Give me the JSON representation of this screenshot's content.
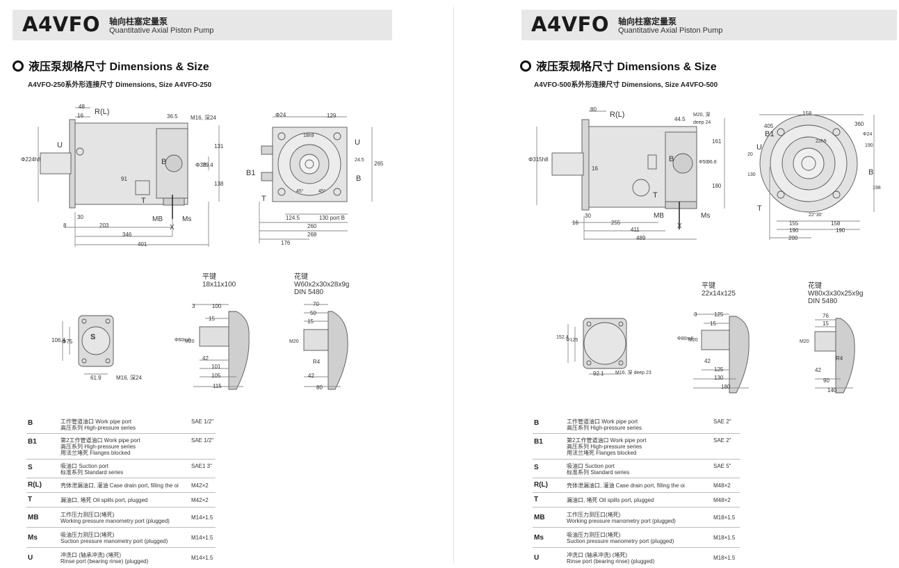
{
  "pages": [
    {
      "logo": "A4VFO",
      "header_zh": "轴向柱塞定量泵",
      "header_en": "Quantitative Axial Piston Pump",
      "section_title": "液压泵规格尺寸 Dimensions & Size",
      "subtitle": "A4VFO-250系外形连接尺寸  Dimensions, Size A4VFO-250",
      "drawing_labels": {
        "rl": "R(L)",
        "u": "U",
        "b": "B",
        "b1": "B1",
        "t": "T",
        "mb": "MB",
        "ms": "Ms",
        "x": "X",
        "s": "S",
        "d_48": "48",
        "d_16": "16",
        "d_36_5": "36.5",
        "m16": "M16, 深24",
        "d_131": "131",
        "d_79_4": "79.4",
        "d_38": "Φ38",
        "d_138": "138",
        "d_91": "91",
        "d_224": "Φ224h8",
        "d_30": "30",
        "d_8": "8",
        "d_203": "203",
        "d_346": "346",
        "d_401": "401",
        "phi24": "Φ24",
        "d_129": "129",
        "d_18h9": "18h9",
        "d_265": "265",
        "d_24_5": "24.5",
        "d_45a": "45°",
        "d_45b": "45°",
        "d_124_5": "124.5",
        "port_b": "130 port B",
        "d_260": "260",
        "d_268": "268",
        "d_176": "176",
        "key_zh": "平键",
        "key_spec": "18x11x100",
        "spline_zh": "花键",
        "spline_spec": "W60x2x30x28x9g",
        "spline_din": "DIN 5480",
        "s_106": "106.4",
        "s_75": "Φ75",
        "s_61": "61.9",
        "s_m16": "M16, 深24",
        "k_3": "3",
        "k_100": "100",
        "k_15": "15",
        "k_60": "Φ60m6",
        "k_m20": "M20",
        "k_42": "42",
        "k_101": "101",
        "k_105": "105",
        "k_115": "115",
        "p_70": "70",
        "p_50": "50",
        "p_15": "15",
        "p_m20": "M20",
        "p_r4": "R4",
        "p_42": "42",
        "p_80": "80"
      },
      "ports": [
        {
          "code": "B",
          "desc": [
            "工作管道油口 Work pipe port",
            "高压系列 High-pressure series"
          ],
          "value": "SAE 1/2\""
        },
        {
          "code": "B1",
          "desc": [
            "第2工作管道油口 Work pipe port",
            "高压系列 High-pressure series",
            "用法兰堵死 Flanges blocked"
          ],
          "value": "SAE 1/2\""
        },
        {
          "code": "S",
          "desc": [
            "吸油口 Suction port",
            "标准系列 Standard series"
          ],
          "value": "SAE1 3\""
        },
        {
          "code": "R(L)",
          "desc": [
            "壳体泄漏油口, 灌油 Case drain port, filling the oi"
          ],
          "value": "M42×2"
        },
        {
          "code": "T",
          "desc": [
            "漏油口, 堵死 Oil spills port, plugged"
          ],
          "value": "M42×2"
        },
        {
          "code": "MB",
          "desc": [
            "工作压力测压口(堵死)",
            "Working pressure manometry port (plugged)"
          ],
          "value": "M14×1.5"
        },
        {
          "code": "Ms",
          "desc": [
            "吸油压力测压口(堵死)",
            "Suction pressure manometry port (plugged)"
          ],
          "value": "M14×1.5"
        },
        {
          "code": "U",
          "desc": [
            "冲洗口 (轴承冲洗) (堵死)",
            "Rinse port (bearing rinse) (plugged)"
          ],
          "value": "M14×1.5"
        }
      ]
    },
    {
      "logo": "A4VFO",
      "header_zh": "轴向柱塞定量泵",
      "header_en": "Quantitative Axial Piston Pump",
      "section_title": "液压泵规格尺寸 Dimensions & Size",
      "subtitle": "A4VFO-500系外形连接尺寸  Dimensions, Size A4VFO-500",
      "drawing_labels": {
        "rl": "R(L)",
        "u": "U",
        "b": "B",
        "b1": "B1",
        "t": "T",
        "mb": "MB",
        "ms": "Ms",
        "x": "X",
        "s": "S",
        "d_80": "80",
        "d_44_5": "44.5",
        "m20": "M20, 深 deep 24",
        "d_161": "161",
        "d_180": "180",
        "d_96_8": "96.8",
        "d_50": "Φ50",
        "d_315": "Φ315h8",
        "d_16": "16",
        "d_30": "30",
        "d_255": "255",
        "d_411": "411",
        "d_489": "489",
        "d_158": "158",
        "d_405": "405",
        "d_360": "360",
        "d_24": "Φ24",
        "d_190v": "190",
        "d_20": "20",
        "d_130": "130",
        "d_198": "198",
        "d_22h9": "22h9",
        "d_22_30": "22°30'",
        "d_155": "155",
        "d_158b": "158",
        "d_190": "190",
        "d_190b": "190",
        "d_200": "200",
        "key_zh": "平键",
        "key_spec": "22x14x125",
        "spline_zh": "花键",
        "spline_spec": "W80x3x30x25x9g",
        "spline_din": "DIN 5480",
        "s_152": "152.4",
        "s_125": "Φ125",
        "s_92": "92.1",
        "s_m16": "M16, 深 deep 23",
        "k_3": "3",
        "k_125": "125",
        "k_15": "15",
        "k_80": "Φ80m6",
        "k_m20": "M20",
        "k_42": "42",
        "k_125b": "125",
        "k_130": "130",
        "k_180": "180",
        "p_76": "76",
        "p_15": "15",
        "p_m20": "M20",
        "p_r4": "R4",
        "p_42": "42",
        "p_90": "90",
        "p_140": "140"
      },
      "ports": [
        {
          "code": "B",
          "desc": [
            "工作管道油口 Work pipe port",
            "高压系列 High-pressure series"
          ],
          "value": "SAE 2\""
        },
        {
          "code": "B1",
          "desc": [
            "第2工作管道油口 Work pipe port",
            "高压系列 High-pressure series",
            "用法兰堵死 Flanges blocked"
          ],
          "value": "SAE 2\""
        },
        {
          "code": "S",
          "desc": [
            "吸油口 Suction port",
            "标准系列 Standard series"
          ],
          "value": "SAE 5\""
        },
        {
          "code": "R(L)",
          "desc": [
            "壳体泄漏油口, 灌油 Case drain port, filling the oi"
          ],
          "value": "M48×2"
        },
        {
          "code": "T",
          "desc": [
            "漏油口, 堵死 Oil spills port, plugged"
          ],
          "value": "M48×2"
        },
        {
          "code": "MB",
          "desc": [
            "工作压力测压口(堵死)",
            "Working pressure manometry port (plugged)"
          ],
          "value": "M18×1.5"
        },
        {
          "code": "Ms",
          "desc": [
            "吸油压力测压口(堵死)",
            "Suction pressure manometry port (plugged)"
          ],
          "value": "M18×1.5"
        },
        {
          "code": "U",
          "desc": [
            "冲洗口 (轴承冲洗) (堵死)",
            "Rinse port (bearing rinse) (plugged)"
          ],
          "value": "M18×1.5"
        }
      ]
    }
  ]
}
